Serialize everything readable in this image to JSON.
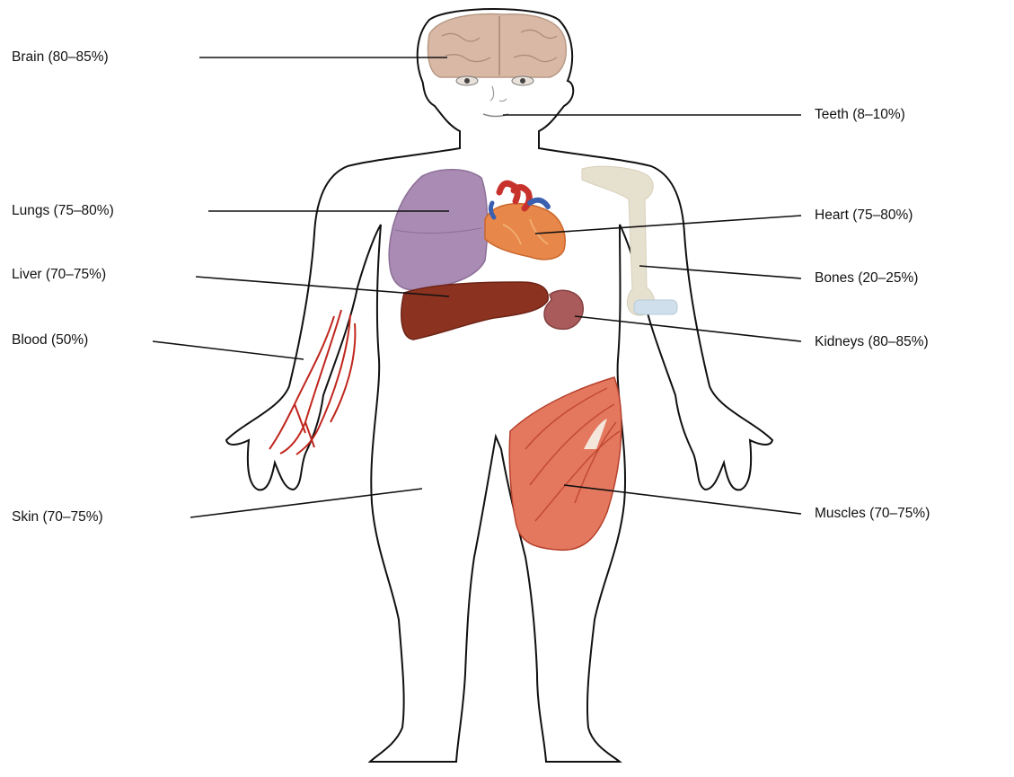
{
  "labels": {
    "brain": "Brain (80–85%)",
    "teeth": "Teeth (8–10%)",
    "lungs": "Lungs (75–80%)",
    "heart": "Heart (75–80%)",
    "liver": "Liver (70–75%)",
    "bones": "Bones (20–25%)",
    "blood": "Blood (50%)",
    "kidneys": "Kidneys (80–85%)",
    "skin": "Skin (70–75%)",
    "muscles": "Muscles (70–75%)"
  },
  "colors": {
    "outline": "#111111",
    "brain": "#d9b9a6",
    "lungs": "#a98bb3",
    "heart": "#e8874a",
    "heart_vessel_red": "#c8322c",
    "heart_vessel_blue": "#3b5fb0",
    "liver": "#8c3220",
    "kidney": "#a95a5a",
    "bone": "#e6e0cf",
    "blood_vessels": "#c0261d",
    "muscle": "#e4785e"
  }
}
